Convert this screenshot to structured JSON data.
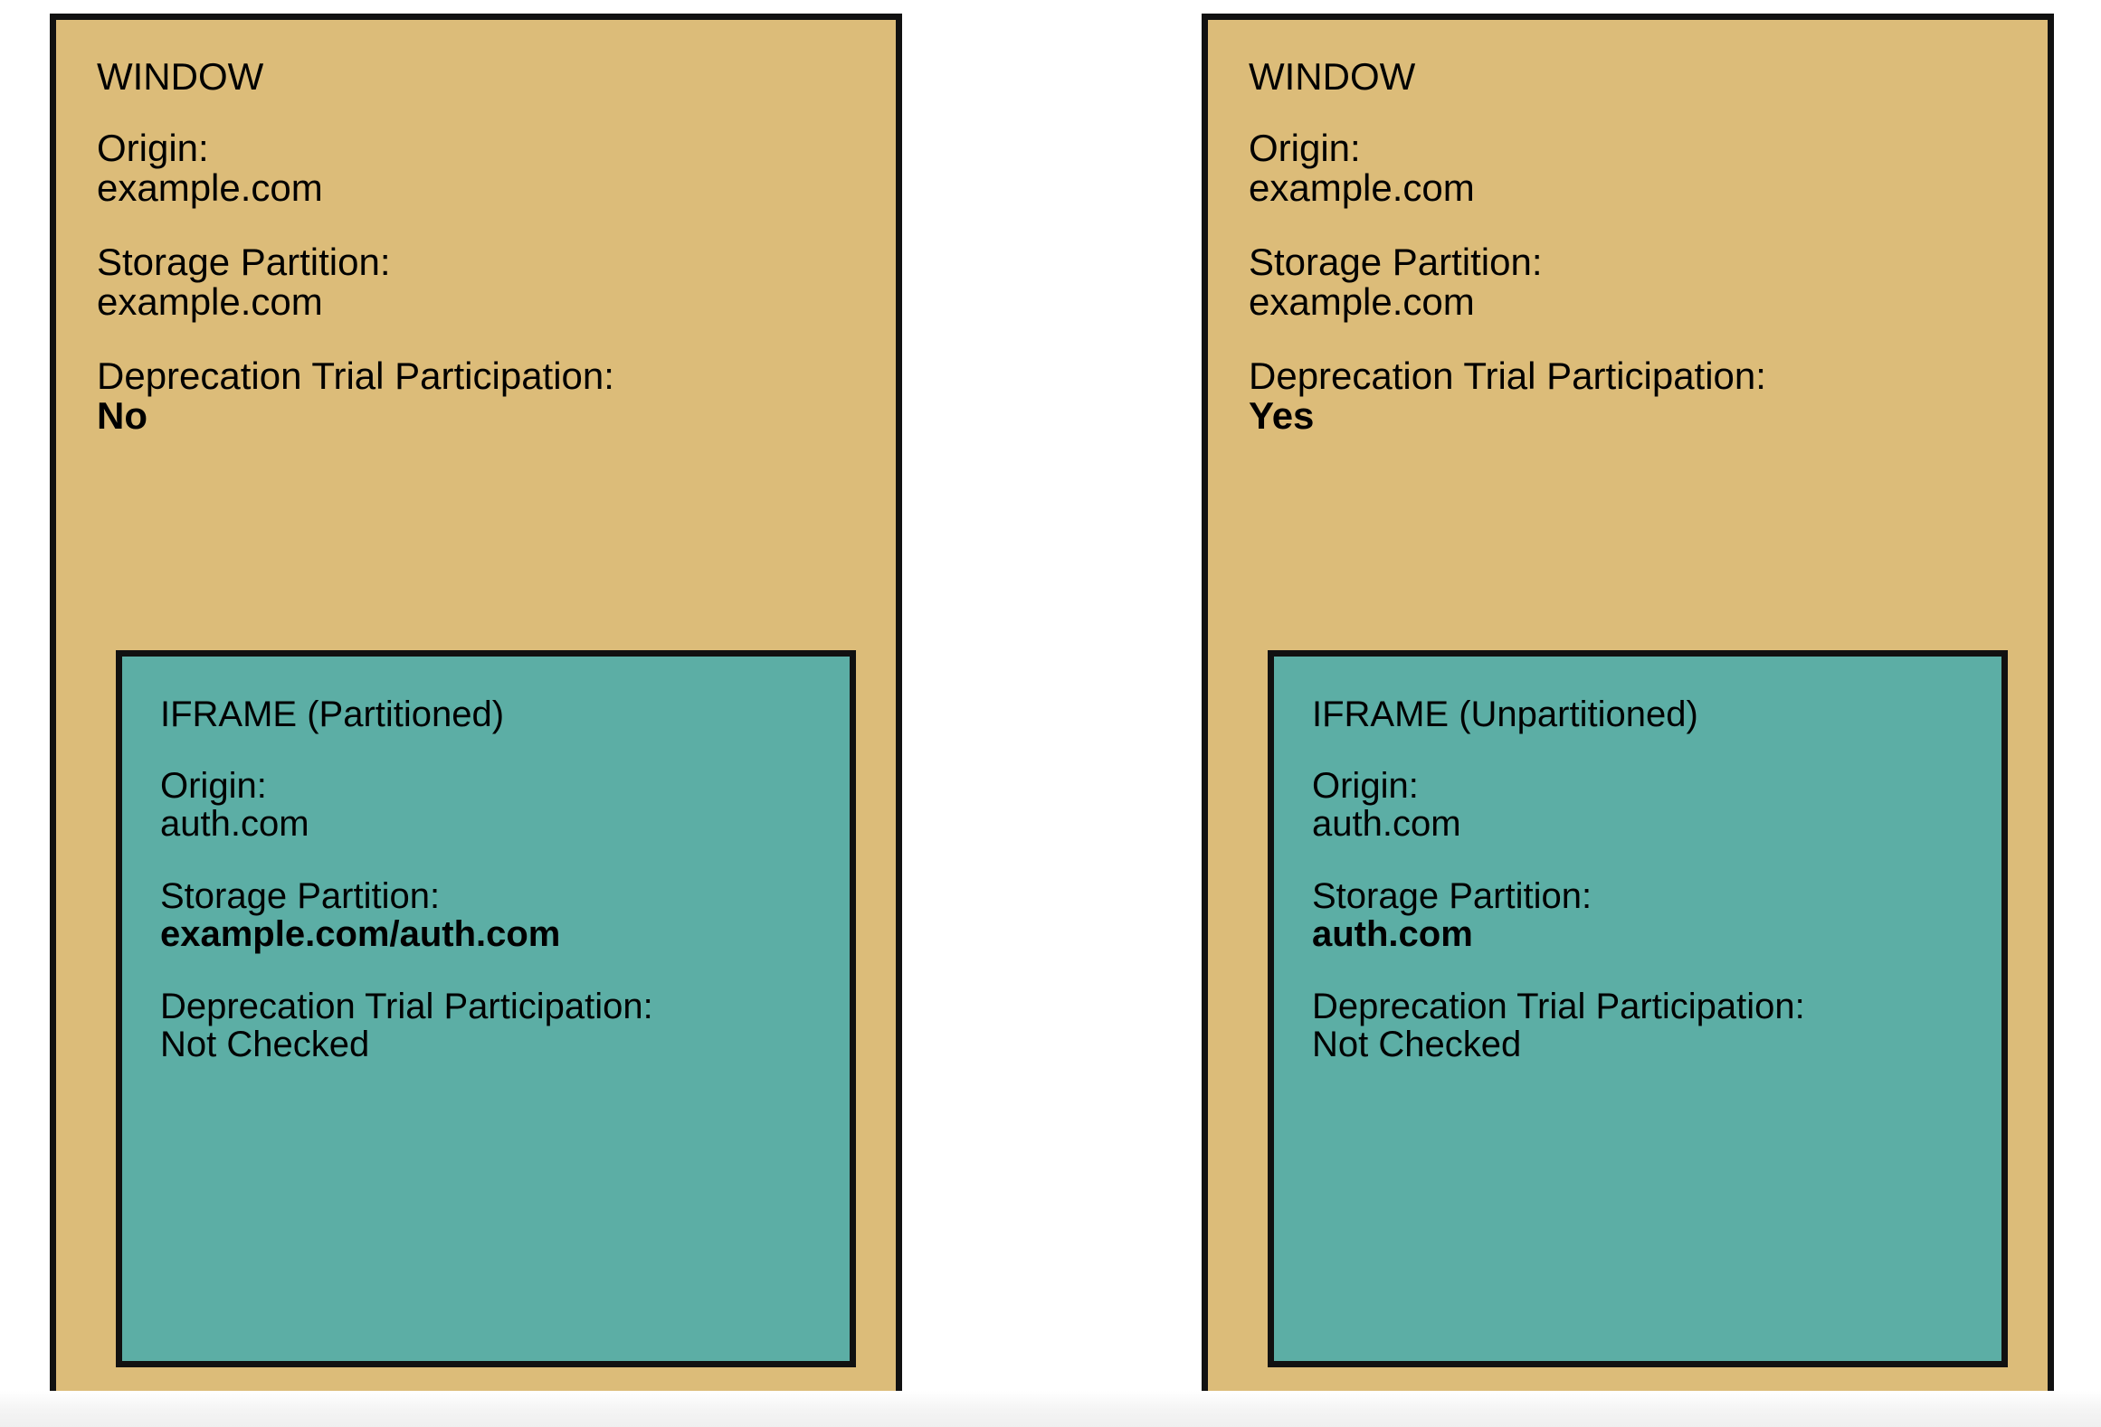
{
  "panels": [
    {
      "name": "partitioned-case",
      "window": {
        "title": "WINDOW",
        "fields": [
          {
            "label": "Origin:",
            "value": "example.com",
            "bold": false
          },
          {
            "label": "Storage Partition:",
            "value": "example.com",
            "bold": false
          },
          {
            "label": "Deprecation Trial Participation:",
            "value": "No",
            "bold": true
          }
        ]
      },
      "iframe": {
        "title": "IFRAME (Partitioned)",
        "fields": [
          {
            "label": "Origin:",
            "value": "auth.com",
            "bold": false
          },
          {
            "label": "Storage Partition:",
            "value": "example.com/auth.com",
            "bold": true
          },
          {
            "label": "Deprecation Trial Participation:",
            "value": "Not Checked",
            "bold": false
          }
        ]
      }
    },
    {
      "name": "unpartitioned-case",
      "window": {
        "title": "WINDOW",
        "fields": [
          {
            "label": "Origin:",
            "value": "example.com",
            "bold": false
          },
          {
            "label": "Storage Partition:",
            "value": "example.com",
            "bold": false
          },
          {
            "label": "Deprecation Trial Participation:",
            "value": "Yes",
            "bold": true
          }
        ]
      },
      "iframe": {
        "title": "IFRAME (Unpartitioned)",
        "fields": [
          {
            "label": "Origin:",
            "value": "auth.com",
            "bold": false
          },
          {
            "label": "Storage Partition:",
            "value": "auth.com",
            "bold": true
          },
          {
            "label": "Deprecation Trial Participation:",
            "value": "Not Checked",
            "bold": false
          }
        ]
      }
    }
  ],
  "colors": {
    "window_fill": "#DCBC79",
    "iframe_fill": "#5CAEA5",
    "border": "#111111",
    "text": "#000000",
    "background": "#ffffff"
  }
}
